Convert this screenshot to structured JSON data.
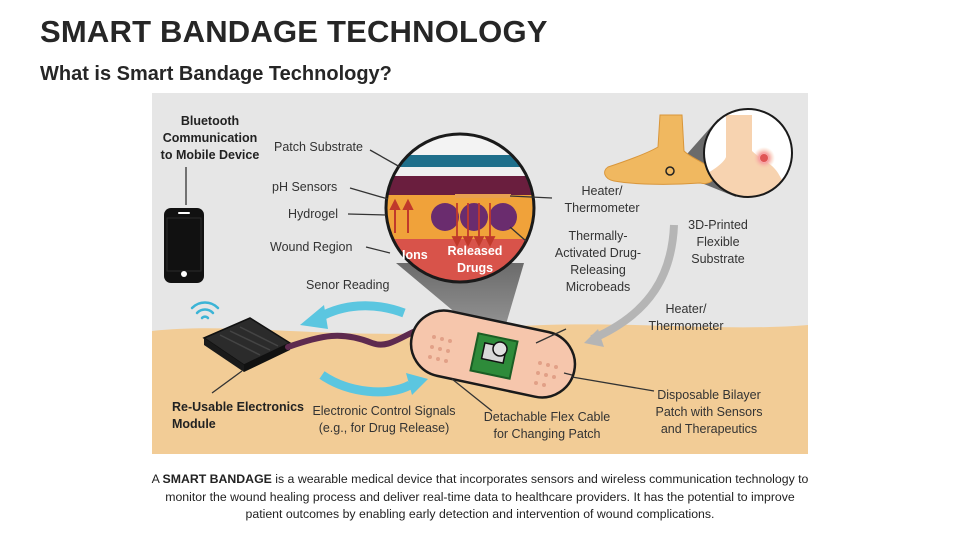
{
  "header": {
    "title": "SMART BANDAGE TECHNOLOGY",
    "subtitle": "What is Smart Bandage Technology?"
  },
  "diagram": {
    "labels": {
      "bluetooth": "Bluetooth\nCommunication\nto Mobile Device",
      "patch_substrate": "Patch Substrate",
      "ph_sensors": "pH Sensors",
      "hydrogel": "Hydrogel",
      "wound_region": "Wound Region",
      "senor_reading": "Senor Reading",
      "heater_thermometer_top": "Heater/\nThermometer",
      "thermally_activated": "Thermally-\nActivated Drug-\nReleasing\nMicrobeads",
      "printed_substrate": "3D-Printed\nFlexible\nSubstrate",
      "heater_thermometer_mid": "Heater/\nThermometer",
      "ions": "Ions",
      "released_drugs": "Released\nDrugs",
      "electronics_module": "Re-Usable Electronics\nModule",
      "control_signals": "Electronic Control Signals\n(e.g., for Drug Release)",
      "flex_cable": "Detachable Flex Cable\nfor Changing Patch",
      "bilayer_patch": "Disposable Bilayer\nPatch with Sensors\nand Therapeutics"
    },
    "colors": {
      "panel_bg": "#e6e6e6",
      "skin": "#f2cc96",
      "wound": "#d8534a",
      "hydrogel": "#f0a23a",
      "substrate_blue": "#1f6f8b",
      "microbead": "#6a2c6e",
      "arrow_blue": "#5bc6e0",
      "pcb_green": "#2e8b3a",
      "bandage": "#f6c6ac",
      "cable": "#5e2a4f",
      "chip": "#2b2b2b"
    }
  },
  "description": {
    "prefix": "A ",
    "bold": "SMART BANDAGE",
    "rest": " is a wearable medical device that incorporates sensors and wireless communication technology to monitor the wound healing process and deliver real-time data to healthcare providers. It has the potential to improve patient outcomes by enabling early detection and intervention of wound complications."
  }
}
